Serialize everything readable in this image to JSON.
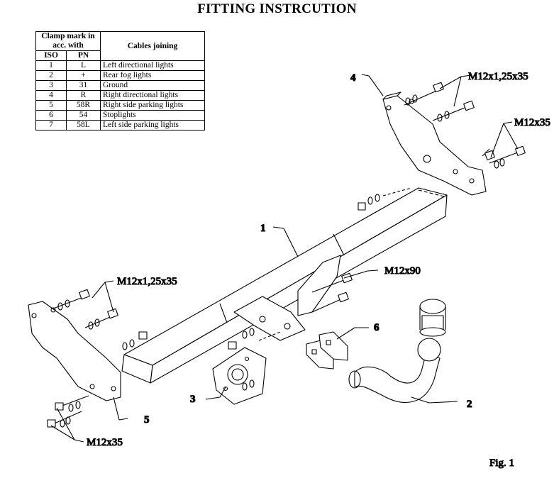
{
  "title": "FITTING INSTRCUTION",
  "table": {
    "header_clamp": "Clamp mark in acc. with",
    "header_cables": "Cables joining",
    "header_iso": "ISO",
    "header_pn": "PN",
    "rows": [
      {
        "iso": "1",
        "pn": "L",
        "desc": "Left directional lights"
      },
      {
        "iso": "2",
        "pn": "+",
        "desc": "Rear fog lights"
      },
      {
        "iso": "3",
        "pn": "31",
        "desc": "Ground"
      },
      {
        "iso": "4",
        "pn": "R",
        "desc": "Right directional lights"
      },
      {
        "iso": "5",
        "pn": "58R",
        "desc": "Right side parking lights"
      },
      {
        "iso": "6",
        "pn": "54",
        "desc": "Stoplights"
      },
      {
        "iso": "7",
        "pn": "58L",
        "desc": "Left side parking lights"
      }
    ]
  },
  "labels": {
    "bolt_top": "M12x1,25x35",
    "bolt_right": "M12x35",
    "bolt_center": "M12x90",
    "bolt_left": "M12x1,25x35",
    "bolt_bottom": "M12x35",
    "part1": "1",
    "part2": "2",
    "part3": "3",
    "part4": "4",
    "part5": "5",
    "part6": "6",
    "figure": "Fig. 1"
  }
}
